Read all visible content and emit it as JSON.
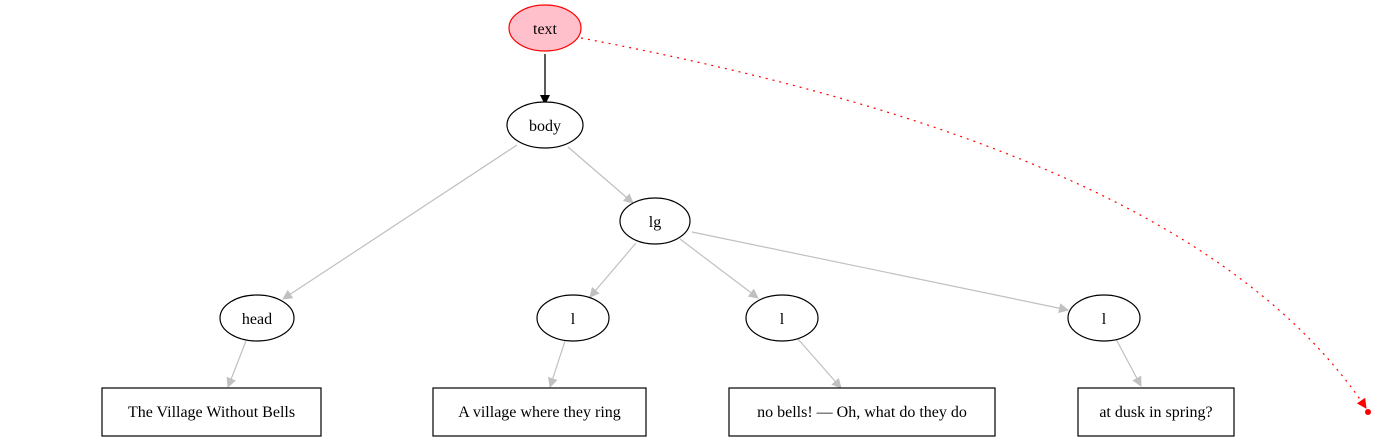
{
  "diagram": {
    "type": "tree",
    "nodes": [
      {
        "id": "text",
        "label": "text",
        "shape": "ellipse",
        "fill": "#ffc0cb",
        "stroke": "#ff0000"
      },
      {
        "id": "body",
        "label": "body",
        "shape": "ellipse"
      },
      {
        "id": "lg",
        "label": "lg",
        "shape": "ellipse"
      },
      {
        "id": "head",
        "label": "head",
        "shape": "ellipse"
      },
      {
        "id": "l1",
        "label": "l",
        "shape": "ellipse"
      },
      {
        "id": "l2",
        "label": "l",
        "shape": "ellipse"
      },
      {
        "id": "l3",
        "label": "l",
        "shape": "ellipse"
      },
      {
        "id": "head-text",
        "label": "The Village Without Bells",
        "shape": "box"
      },
      {
        "id": "l1-text",
        "label": "A village where they ring",
        "shape": "box"
      },
      {
        "id": "l2-text",
        "label": "no bells! — Oh, what do they do",
        "shape": "box"
      },
      {
        "id": "l3-text",
        "label": "at dusk in spring?",
        "shape": "box"
      }
    ],
    "edges": [
      {
        "from": "text",
        "to": "body",
        "color": "#000000",
        "style": "solid"
      },
      {
        "from": "body",
        "to": "head",
        "color": "#c0c0c0",
        "style": "solid"
      },
      {
        "from": "body",
        "to": "lg",
        "color": "#c0c0c0",
        "style": "solid"
      },
      {
        "from": "lg",
        "to": "l1",
        "color": "#c0c0c0",
        "style": "solid"
      },
      {
        "from": "lg",
        "to": "l2",
        "color": "#c0c0c0",
        "style": "solid"
      },
      {
        "from": "lg",
        "to": "l3",
        "color": "#c0c0c0",
        "style": "solid"
      },
      {
        "from": "head",
        "to": "head-text",
        "color": "#c0c0c0",
        "style": "solid"
      },
      {
        "from": "l1",
        "to": "l1-text",
        "color": "#c0c0c0",
        "style": "solid"
      },
      {
        "from": "l2",
        "to": "l2-text",
        "color": "#c0c0c0",
        "style": "solid"
      },
      {
        "from": "l3",
        "to": "l3-text",
        "color": "#c0c0c0",
        "style": "solid"
      },
      {
        "from": "text",
        "to": "offscreen",
        "color": "#ff0000",
        "style": "dotted"
      }
    ]
  }
}
